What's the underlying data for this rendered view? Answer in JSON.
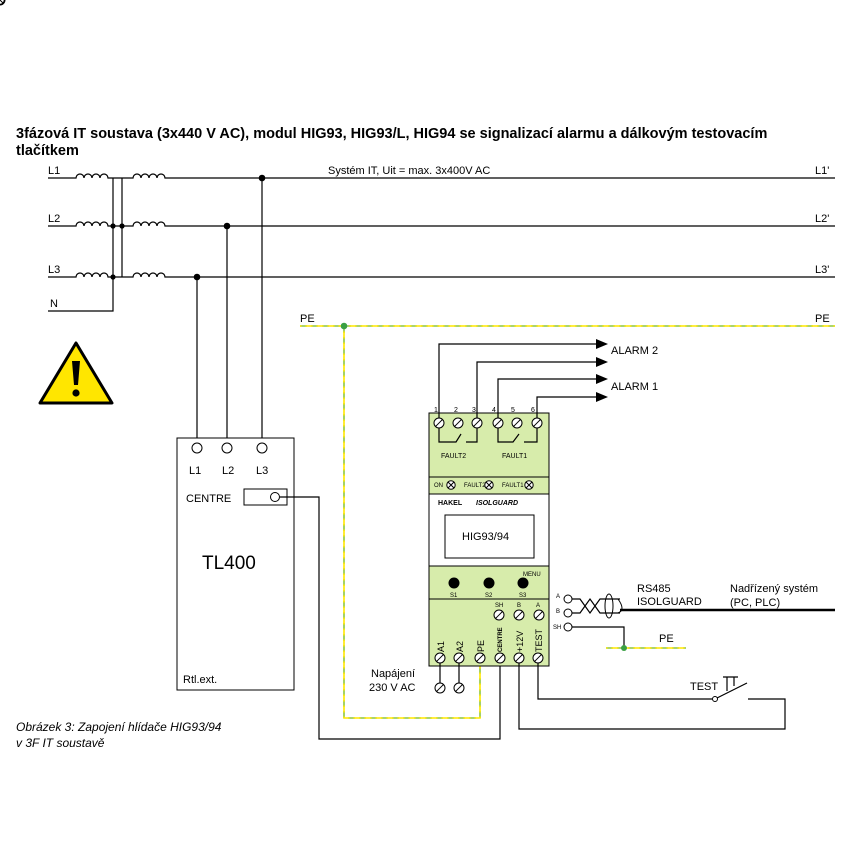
{
  "title": {
    "line1": "3fázová IT soustava (3x440 V AC), modul HIG93, HIG93/L, HIG94 se signalizací alarmu a dálkovým testovacím",
    "line2": "tlačítkem"
  },
  "network": {
    "system_label": "Systém IT, Uit = max. 3x400V AC",
    "left_labels": [
      "L1",
      "L2",
      "L3",
      "N"
    ],
    "right_labels": [
      "L1'",
      "L2'",
      "L3'"
    ],
    "pe_left": "PE",
    "pe_right": "PE"
  },
  "tl400": {
    "name": "TL400",
    "terminals": [
      "L1",
      "L2",
      "L3"
    ],
    "centre_label": "CENTRE",
    "footer": "Rtl.ext."
  },
  "module": {
    "top_terminal_numbers": [
      "1",
      "2",
      "3",
      "4",
      "5",
      "6"
    ],
    "fault_labels": [
      "FAULT2",
      "FAULT1"
    ],
    "led_labels": [
      "ON",
      "FAULT2",
      "FAULT1"
    ],
    "brand": "HAKEL",
    "product": "ISOLGUARD",
    "model": "HIG93/94",
    "menu_label": "MENU",
    "buttons": [
      "S1",
      "S2",
      "S3"
    ],
    "comm_labels": [
      "SH",
      "B",
      "A"
    ],
    "bottom_terminals": [
      "A1",
      "A2",
      "PE",
      "CENTRE",
      "+12V",
      "TEST"
    ]
  },
  "alarms": [
    "ALARM 2",
    "ALARM 1"
  ],
  "rs485": {
    "wire_labels": [
      "A",
      "B",
      "SH"
    ],
    "line1": "RS485",
    "line2": "ISOLGUARD",
    "pe_label": "PE",
    "target_line1": "Nadřízený systém",
    "target_line2": "(PC, PLC)"
  },
  "power": {
    "line1": "Napájení",
    "line2": "230 V AC"
  },
  "test_label": "TEST",
  "caption": {
    "line1": "Obrázek 3: Zapojení hlídače HIG93/94",
    "line2": "v 3F IT soustavě"
  },
  "colors": {
    "module_green": "#d7ecab",
    "pe_green": "#8dc63f",
    "pe_yellow": "#ffe600",
    "warning_yellow": "#ffe600"
  }
}
